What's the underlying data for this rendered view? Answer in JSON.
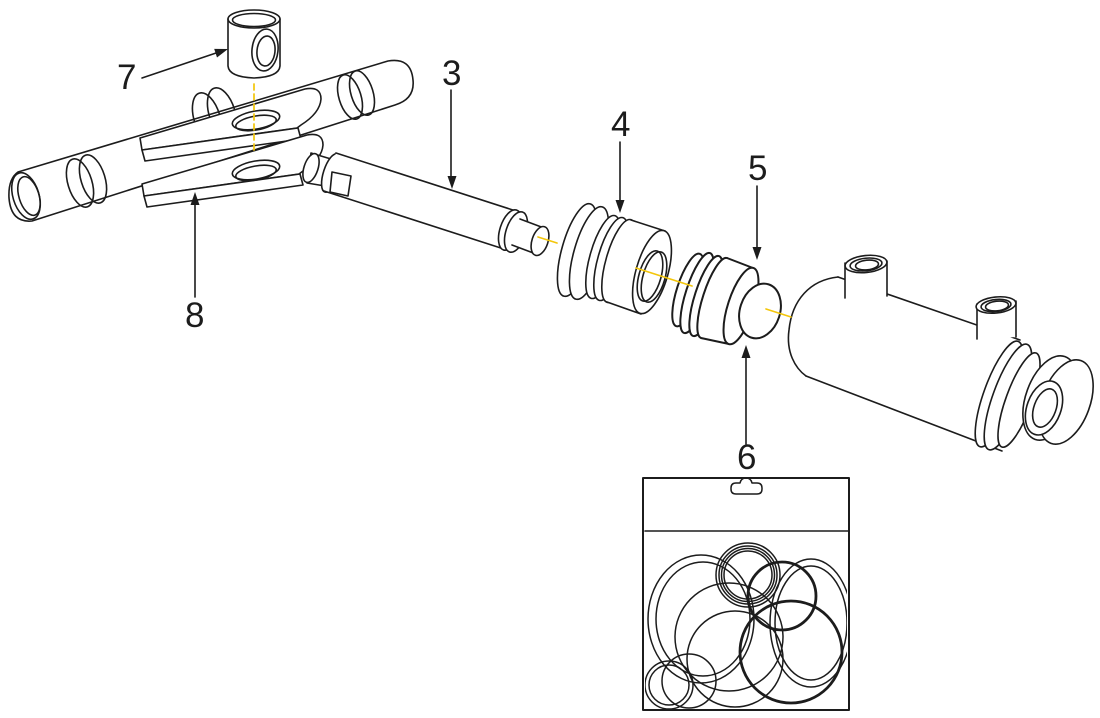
{
  "diagram": {
    "colors": {
      "line": "#1c1c1c",
      "centerline": "#f3c60b",
      "background": "#ffffff"
    },
    "callouts": [
      {
        "label": "3"
      },
      {
        "label": "4"
      },
      {
        "label": "5"
      },
      {
        "label": "6"
      },
      {
        "label": "7"
      },
      {
        "label": "8"
      }
    ],
    "seal_kit": {
      "orings_visible": 9
    }
  }
}
